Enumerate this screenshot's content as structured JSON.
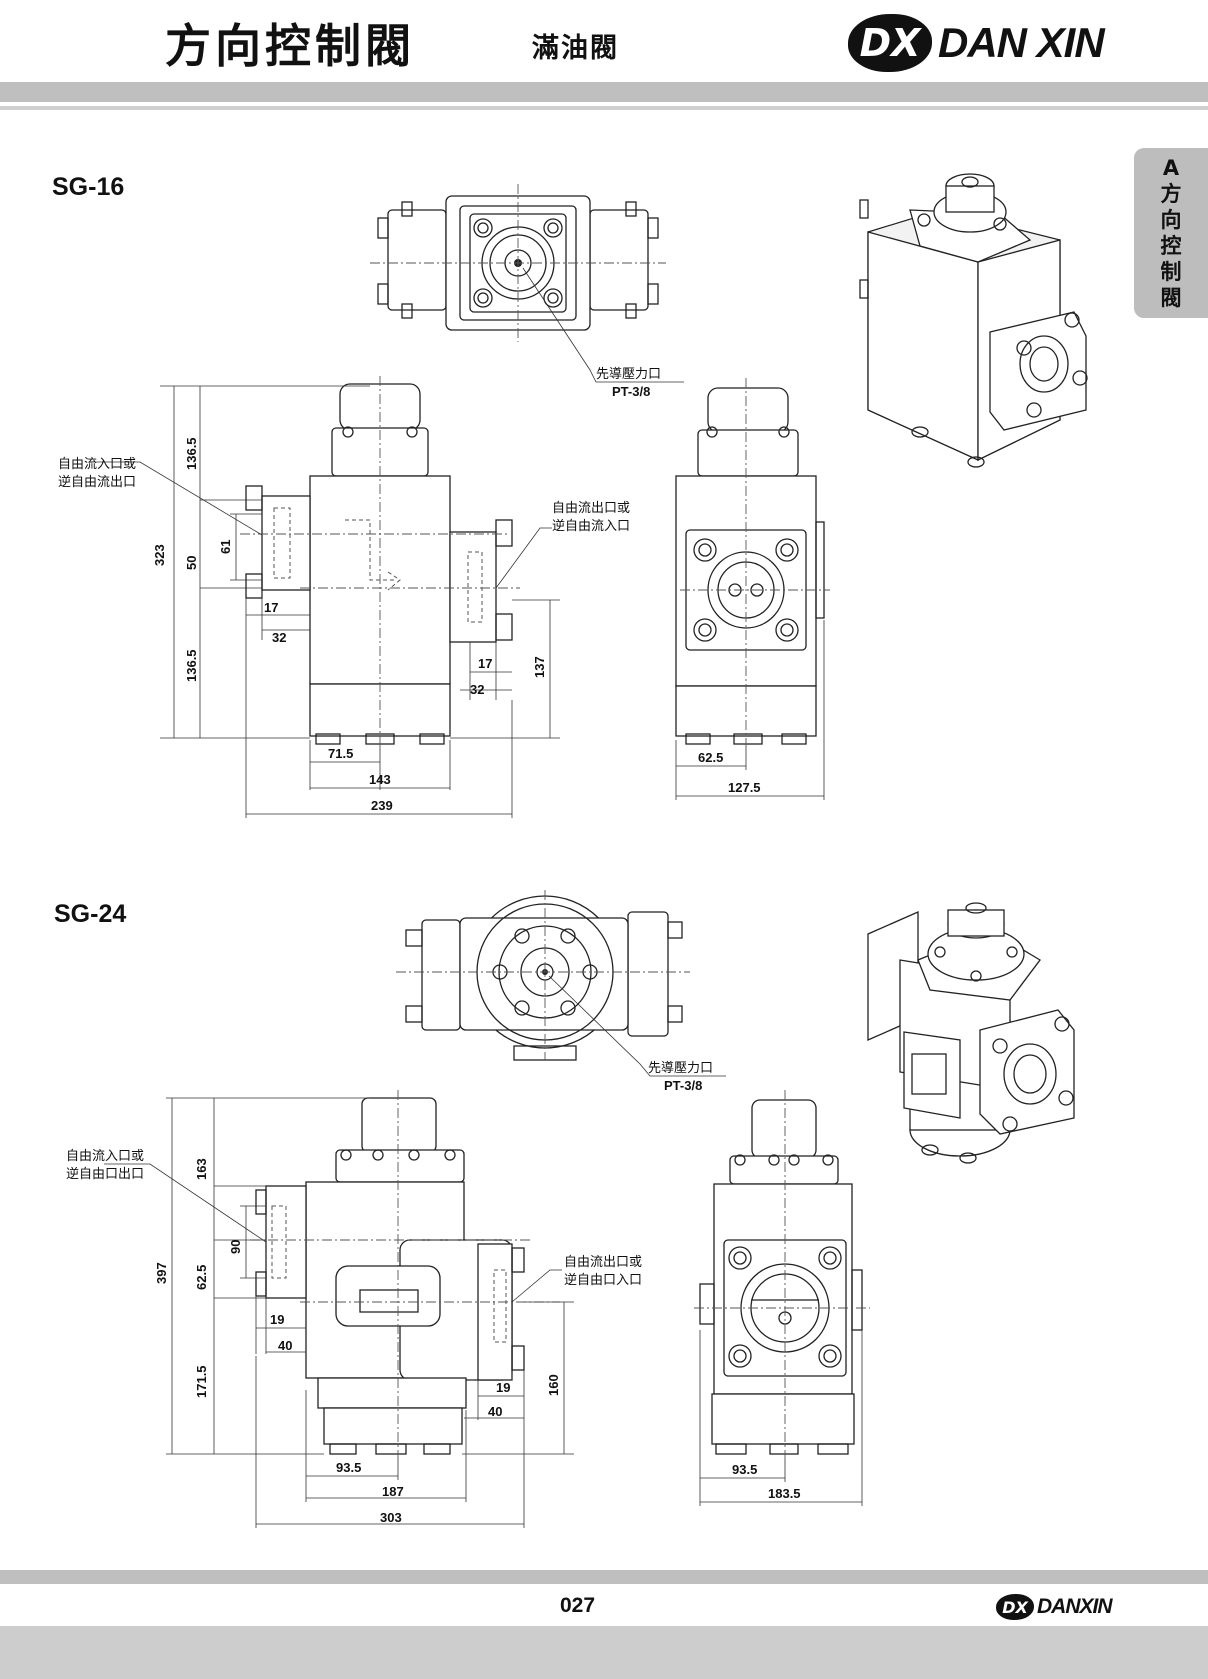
{
  "header": {
    "title": "方向控制閥",
    "subtitle": "滿油閥",
    "logo_mark": "DX",
    "logo_text": "DAN XIN"
  },
  "side_tab": {
    "chars": [
      "A",
      "方",
      "向",
      "控",
      "制",
      "閥"
    ]
  },
  "sg16": {
    "label": "SG-16",
    "pilot_port": "先導壓力口",
    "pilot_port_size": "PT-3/8",
    "inlet_label_1": "自由流入口或",
    "inlet_label_2": "逆自由流出口",
    "outlet_label_1": "自由流出口或",
    "outlet_label_2": "逆自由流入口",
    "dims": {
      "d323": "323",
      "d136_5_top": "136.5",
      "d50": "50",
      "d61": "61",
      "d136_5_bottom": "136.5",
      "d17_left": "17",
      "d32_left": "32",
      "d17_right": "17",
      "d32_right": "32",
      "d137": "137",
      "d71_5": "71.5",
      "d143": "143",
      "d239": "239",
      "d62_5": "62.5",
      "d127_5": "127.5"
    }
  },
  "sg24": {
    "label": "SG-24",
    "pilot_port": "先導壓力口",
    "pilot_port_size": "PT-3/8",
    "inlet_label_1": "自由流入口或",
    "inlet_label_2": "逆自由口出口",
    "outlet_label_1": "自由流出口或",
    "outlet_label_2": "逆自由口入口",
    "dims": {
      "d397": "397",
      "d163": "163",
      "d90": "90",
      "d62_5": "62.5",
      "d171_5": "171.5",
      "d19_left": "19",
      "d40_left": "40",
      "d19_right": "19",
      "d40_right": "40",
      "d160": "160",
      "d93_5": "93.5",
      "d187": "187",
      "d303": "303",
      "d93_5_side": "93.5",
      "d183_5": "183.5"
    }
  },
  "footer": {
    "page_number": "027",
    "logo_mark": "DX",
    "logo_text": "DANXIN"
  }
}
